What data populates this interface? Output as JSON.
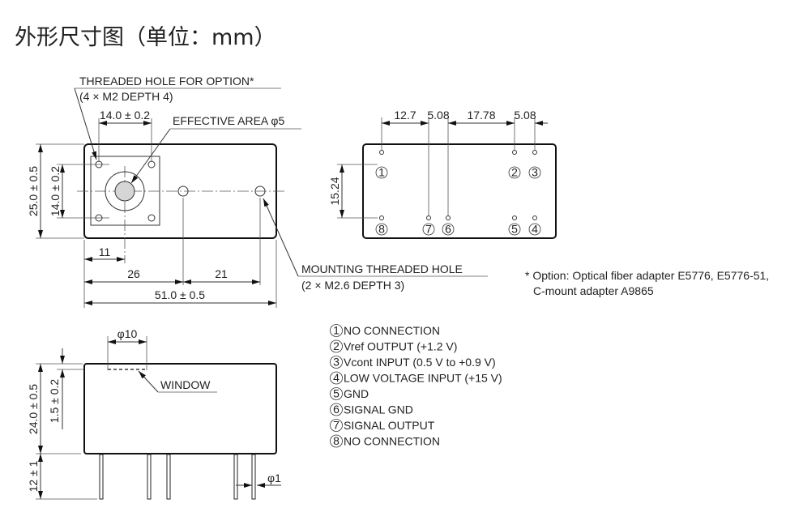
{
  "title": "外形尺寸图（单位：mm）",
  "top_view": {
    "threaded_hole_label": "THREADED HOLE FOR OPTION*",
    "threaded_hole_spec": "(4 × M2 DEPTH 4)",
    "effective_area_label": "EFFECTIVE AREA φ5",
    "mounting_label": "MOUNTING THREADED HOLE",
    "mounting_spec": "(2 × M2.6 DEPTH 3)",
    "dim_hole_pitch_h": "14.0 ± 0.2",
    "dim_hole_pitch_v": "14.0 ± 0.2",
    "dim_height": "25.0 ± 0.5",
    "dim_11": "11",
    "dim_26": "26",
    "dim_21": "21",
    "dim_width": "51.0 ± 0.5"
  },
  "pin_view": {
    "dims": [
      "12.7",
      "5.08",
      "17.78",
      "5.08"
    ],
    "dim_vertical": "15.24",
    "top_pins": [
      "1",
      "2",
      "3"
    ],
    "bottom_pins": [
      "8",
      "7",
      "6",
      "5",
      "4"
    ]
  },
  "note": {
    "line1": "* Option: Optical fiber adapter E5776, E5776-51,",
    "line2": "C-mount adapter A9865"
  },
  "side_view": {
    "dim_window": "φ10",
    "window_label": "WINDOW",
    "dim_height": "24.0 ± 0.5",
    "dim_window_depth": "1.5 ± 0.2",
    "dim_pin_length": "12 ± 1",
    "dim_pin_dia": "φ1"
  },
  "pin_list": [
    {
      "num": "1",
      "label": "NO CONNECTION"
    },
    {
      "num": "2",
      "label": "Vref OUTPUT (+1.2 V)"
    },
    {
      "num": "3",
      "label": "Vcont INPUT (0.5 V to +0.9 V)"
    },
    {
      "num": "4",
      "label": "LOW VOLTAGE INPUT (+15 V)"
    },
    {
      "num": "5",
      "label": "GND"
    },
    {
      "num": "6",
      "label": "SIGNAL GND"
    },
    {
      "num": "7",
      "label": "SIGNAL OUTPUT"
    },
    {
      "num": "8",
      "label": "NO CONNECTION"
    }
  ]
}
